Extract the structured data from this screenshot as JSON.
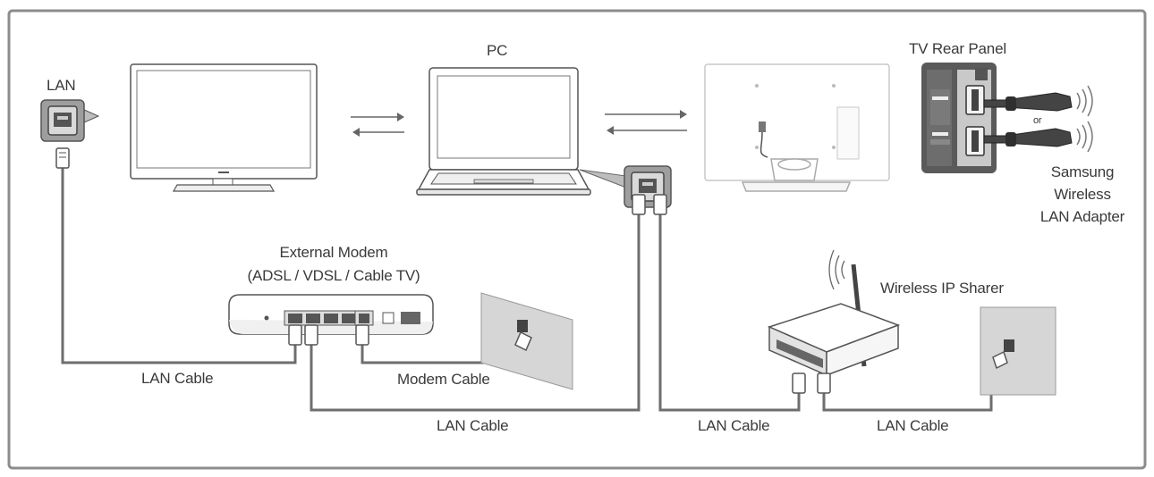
{
  "labels": {
    "lan_port": "LAN",
    "pc": "PC",
    "tv_rear_panel": "TV Rear Panel",
    "adapter_line1": "Samsung",
    "adapter_line2": "Wireless",
    "adapter_line3": "LAN Adapter",
    "modem_line1": "External Modem",
    "modem_line2": "(ADSL / VDSL / Cable TV)",
    "wireless_ip_sharer": "Wireless IP Sharer",
    "lan_cable_left": "LAN Cable",
    "modem_cable": "Modem Cable",
    "lan_cable_center": "LAN Cable",
    "lan_cable_sharer": "LAN Cable",
    "lan_cable_right": "LAN Cable",
    "or": "or"
  },
  "colors": {
    "frame": "#8c8c8c",
    "cable": "#6e6e6e",
    "device_stroke": "#555555",
    "wall": "#d6d6d6",
    "panel_dark": "#4a4a4a",
    "panel_light": "#c9c9c9"
  }
}
